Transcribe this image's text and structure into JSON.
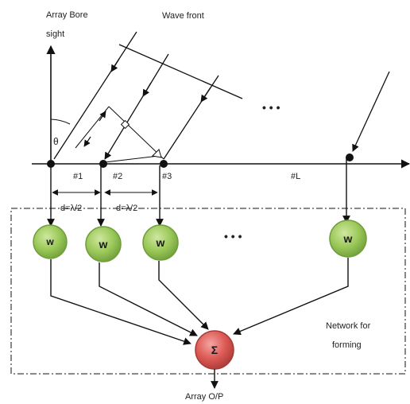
{
  "labels": {
    "boresight_line1": "Array Bore",
    "boresight_line2": "sight",
    "wave_front": "Wave front",
    "theta": "θ",
    "ellipsis_top": "• • •",
    "ellipsis_mid": "• • •",
    "element_1": "#1",
    "element_2": "#2",
    "element_3": "#3",
    "element_L": "#L",
    "spacing_1": "d=λ/2",
    "spacing_2": "d=λ/2",
    "network_line1": "Network for",
    "network_line2": "forming",
    "output": "Array O/P"
  },
  "weights": [
    "w",
    "w",
    "w",
    "w"
  ],
  "summer": "Σ",
  "colors": {
    "weight_fill": "#8fbf45",
    "weight_stroke": "#6f9e3a",
    "summer_fill": "#d9534f",
    "summer_stroke": "#a83a36",
    "line": "#111111"
  }
}
